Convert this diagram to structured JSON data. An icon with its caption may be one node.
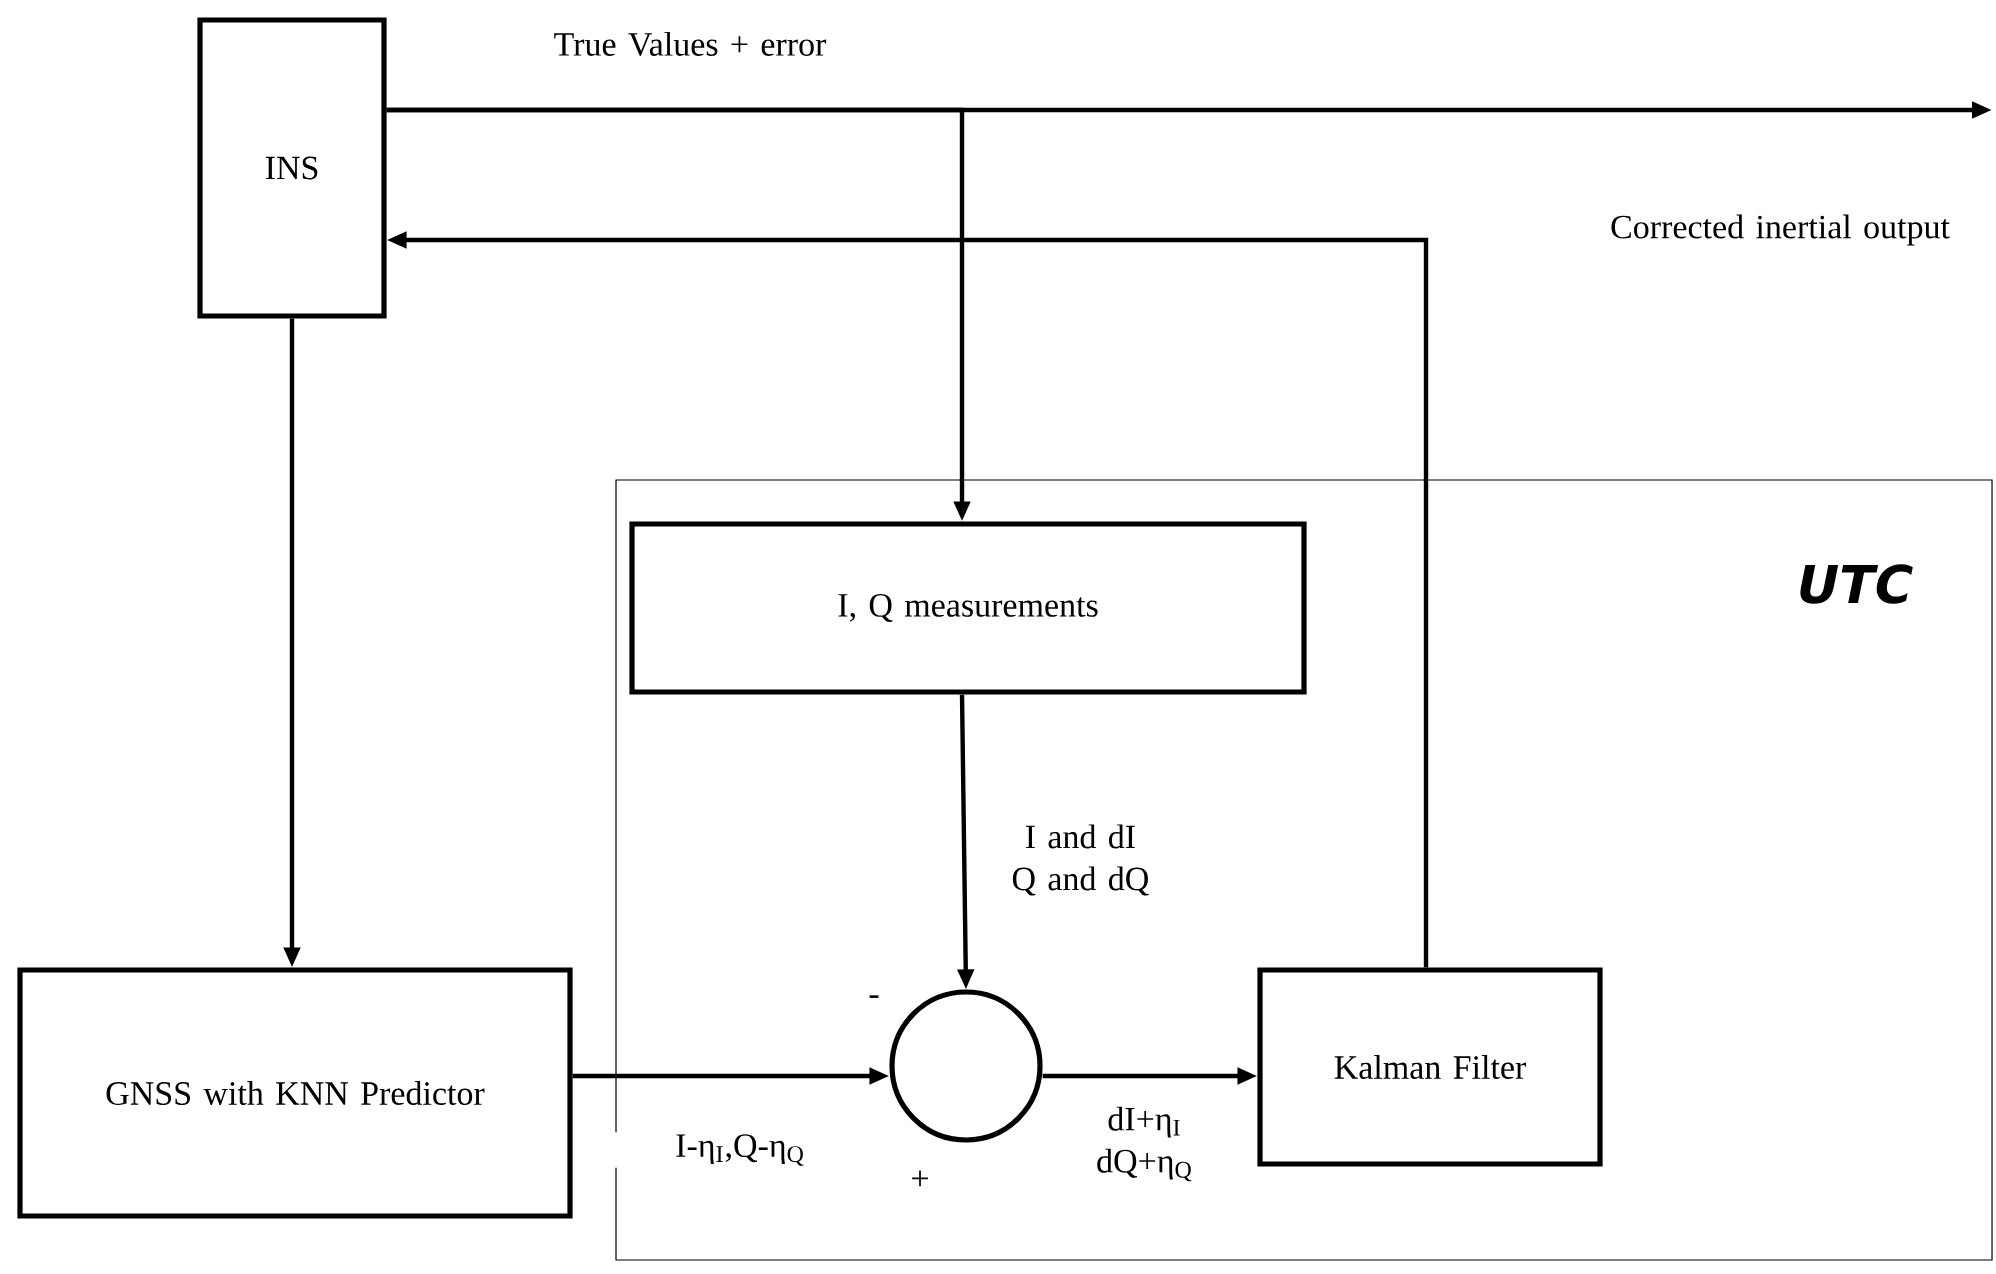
{
  "diagram": {
    "nodes": [
      {
        "text": [
          "INS"
        ]
      },
      {
        "text": [
          "UTC"
        ]
      },
      {
        "text": [
          "I, Q measurements"
        ],
        "in": 1
      },
      {
        "text": [],
        "shape": "circle",
        "in": 1,
        "beside": [
          "-",
          "+"
        ]
      },
      {
        "text": [
          "Kalman Filter"
        ],
        "in": 1
      },
      {
        "text": [
          "GNSS with KNN Predictor"
        ]
      }
    ],
    "edges": [
      {
        "from": 0,
        "to": null,
        "arrow": "to",
        "label": "True Values + error"
      },
      {
        "from": 0,
        "to": 2,
        "arrow": "to"
      },
      {
        "from": 4,
        "to": 0,
        "arrow": "to"
      },
      {
        "from": 0,
        "to": 5,
        "arrow": "to"
      },
      {
        "from": 2,
        "to": 3,
        "arrow": "to",
        "label": "I and dI Q and dQ"
      },
      {
        "from": 5,
        "to": 3,
        "arrow": "to",
        "label": "I-η$_{I}$,Q-η$_{Q}$"
      },
      {
        "from": 3,
        "to": 4,
        "arrow": "to",
        "label": "dI+η$_{I}$ dQ+η$_{Q}$"
      }
    ],
    "labels": [
      "Corrected inertial output"
    ]
  }
}
